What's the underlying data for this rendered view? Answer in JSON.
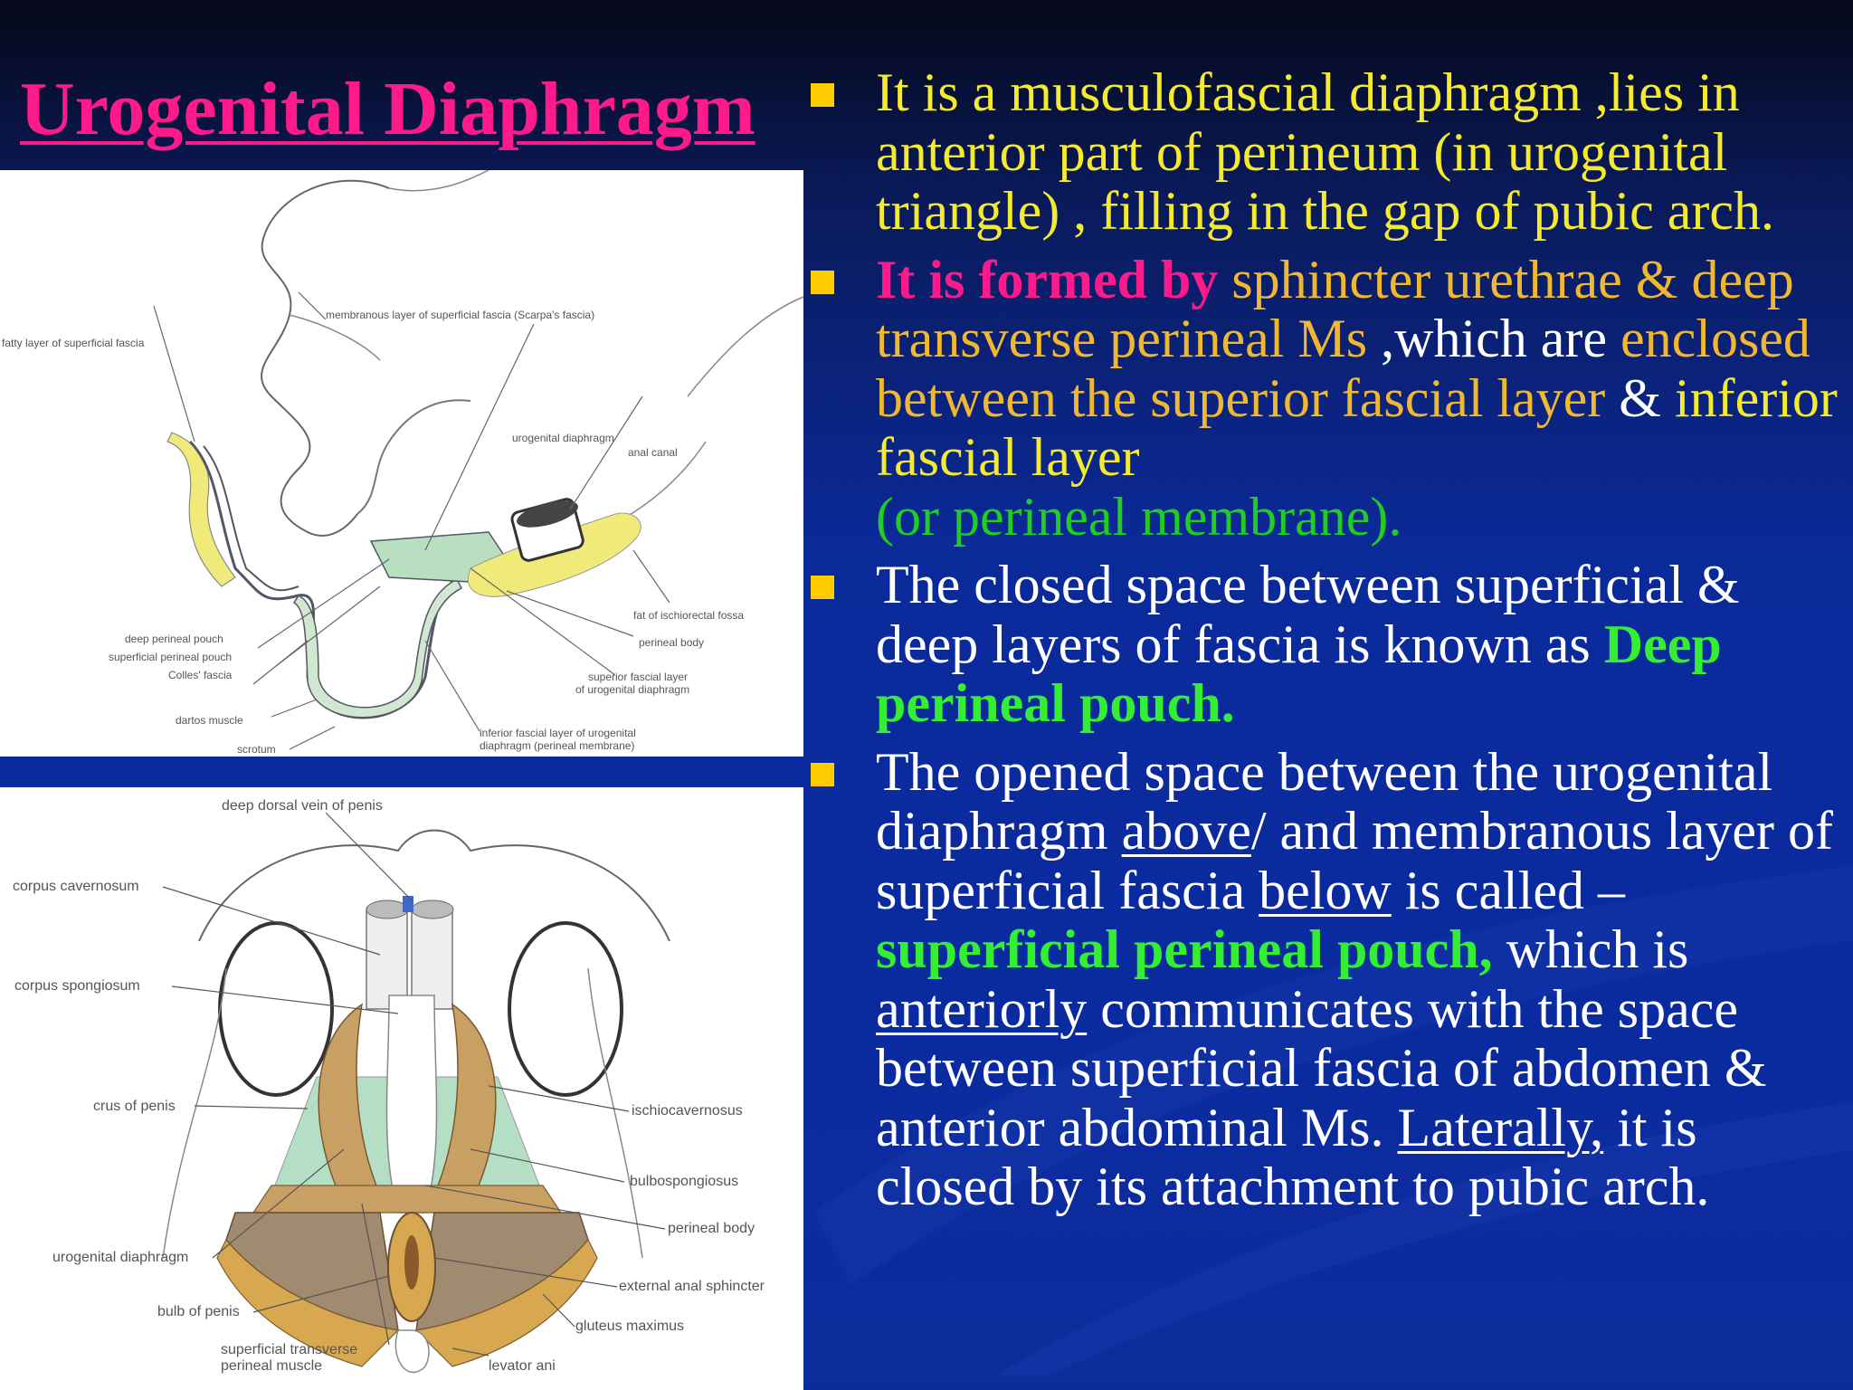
{
  "slide": {
    "title": "Urogenital Diaphragm",
    "bullets": {
      "b1": "It is a musculofascial diaphragm ,lies in anterior part of perineum  (in urogenital triangle) , filling in the gap of pubic arch.",
      "b2": {
        "lead": "It is formed by",
        "muscles": "sphincter urethrae & deep transverse perineal Ms",
        "mid": ",which are",
        "enclosed": "enclosed between the superior fascial layer",
        "amp": "&",
        "inferior": "inferior fascial layer",
        "membrane": "(or perineal membrane)."
      },
      "b3": {
        "text": "The closed space between superficial & deep layers of fascia is known as",
        "term": "Deep perineal pouch."
      },
      "b4": {
        "t1": "The opened space between the urogenital diaphragm",
        "above": "above",
        "t2": "/ and membranous layer of superficial fascia",
        "below": "below",
        "t3": "is called –",
        "term": "superficial perineal pouch,",
        "t4": "which is",
        "anteriorly": "anteriorly",
        "t5": "communicates with the space between superficial fascia of abdomen & anterior abdominal Ms.",
        "laterally": "Laterally,",
        "t6": "it is closed by its attachment to pubic arch."
      }
    }
  },
  "figure_top": {
    "labels": {
      "scarpa": "membranous layer of superficial fascia (Scarpa's fascia)",
      "fatty": "fatty layer of superficial fascia",
      "urogenital": "urogenital diaphragm",
      "anal_canal": "anal canal",
      "fat_ischio": "fat of ischiorectal fossa",
      "perineal_body": "perineal body",
      "superior_fascial_1": "superior fascial layer",
      "superior_fascial_2": "of urogenital diaphragm",
      "deep_pouch": "deep perineal pouch",
      "superficial_pouch": "superficial perineal pouch",
      "colles": "Colles' fascia",
      "dartos": "dartos muscle",
      "scrotum": "scrotum",
      "inferior_fascial_1": "inferior fascial layer of urogenital",
      "inferior_fascial_2": "diaphragm (perineal membrane)"
    }
  },
  "figure_bottom": {
    "labels": {
      "deep_dorsal_vein": "deep dorsal vein of penis",
      "corpus_cavernosum": "corpus cavernosum",
      "corpus_spongiosum": "corpus spongiosum",
      "crus": "crus of penis",
      "ischiocavernosus": "ischiocavernosus",
      "bulbospongiosus": "bulbospongiosus",
      "perineal_body": "perineal body",
      "urogenital_diaphragm": "urogenital diaphragm",
      "external_anal_sphincter": "external anal sphincter",
      "bulb": "bulb of penis",
      "gluteus": "gluteus maximus",
      "superficial_transverse_1": "superficial transverse",
      "superficial_transverse_2": "perineal muscle",
      "levator": "levator ani"
    }
  },
  "colors": {
    "title": "#ff1a8c",
    "yellow_text": "#f4ea2e",
    "bullet_square": "#ffcc00",
    "green_term": "#33ee33",
    "background": "#0b2a9a"
  }
}
